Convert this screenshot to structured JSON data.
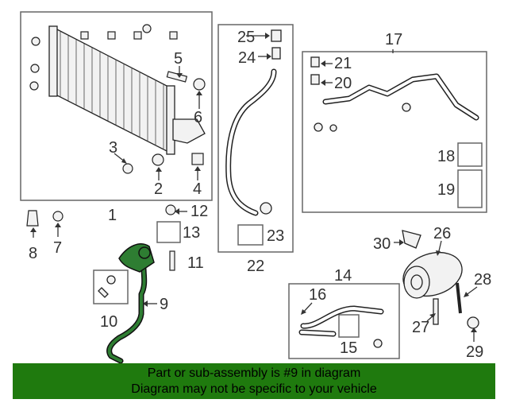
{
  "callouts": [
    "1",
    "2",
    "3",
    "4",
    "5",
    "6",
    "7",
    "8",
    "9",
    "10",
    "11",
    "12",
    "13",
    "14",
    "15",
    "16",
    "17",
    "18",
    "19",
    "20",
    "21",
    "22",
    "23",
    "24",
    "25",
    "26",
    "27",
    "28",
    "29",
    "30"
  ],
  "highlight_color": "#2e7d32",
  "banner_color": "#1f7a0e",
  "banner": {
    "line1": "Part or sub-assembly is #9 in diagram",
    "line2": "Diagram may not be specific to your vehicle"
  }
}
